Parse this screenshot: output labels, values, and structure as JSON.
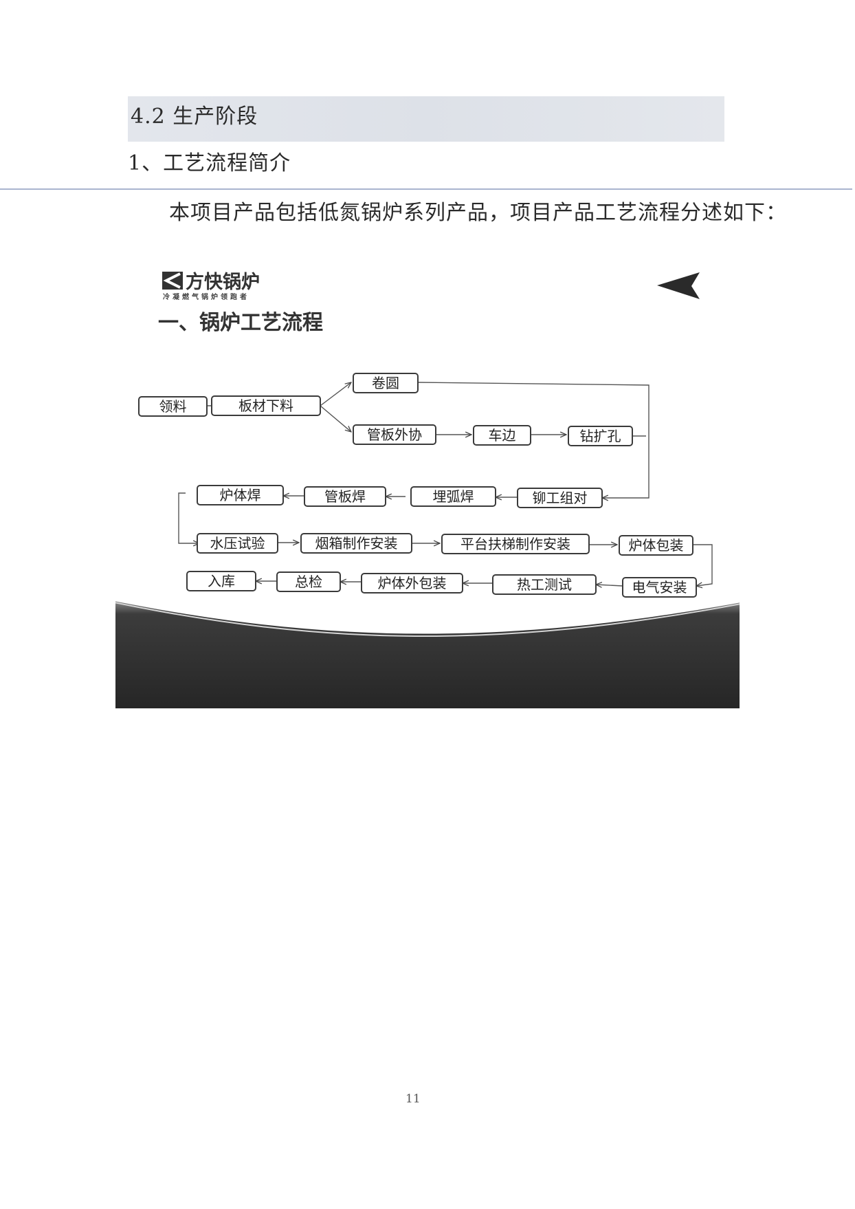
{
  "section": {
    "title": "4.2 生产阶段"
  },
  "subsection": {
    "title": "1、工艺流程简介"
  },
  "intro": {
    "text": "本项目产品包括低氮锅炉系列产品，项目产品工艺流程分述如下："
  },
  "slide": {
    "brand_name": "方快锅炉",
    "brand_tagline": "冷凝燃气锅炉领跑者",
    "heading": "一、锅炉工艺流程",
    "logo_icon": "fangkuai-logo-icon",
    "corner_icon": "chevron-left-icon",
    "colors": {
      "box_border": "#3a3a3a",
      "band_dark": "#2b2b2b",
      "band_light": "#7a7a7a"
    },
    "flow": {
      "steps": [
        "领料",
        "板材下料",
        "卷圆",
        "管板外协",
        "车边",
        "钻扩孔",
        "铆工组对",
        "埋弧焊",
        "管板焊",
        "炉体焊",
        "水压试验",
        "烟箱制作安装",
        "平台扶梯制作安装",
        "炉体包装",
        "电气安装",
        "热工测试",
        "炉体外包装",
        "总检",
        "入库"
      ]
    }
  },
  "page": {
    "number": "11"
  }
}
